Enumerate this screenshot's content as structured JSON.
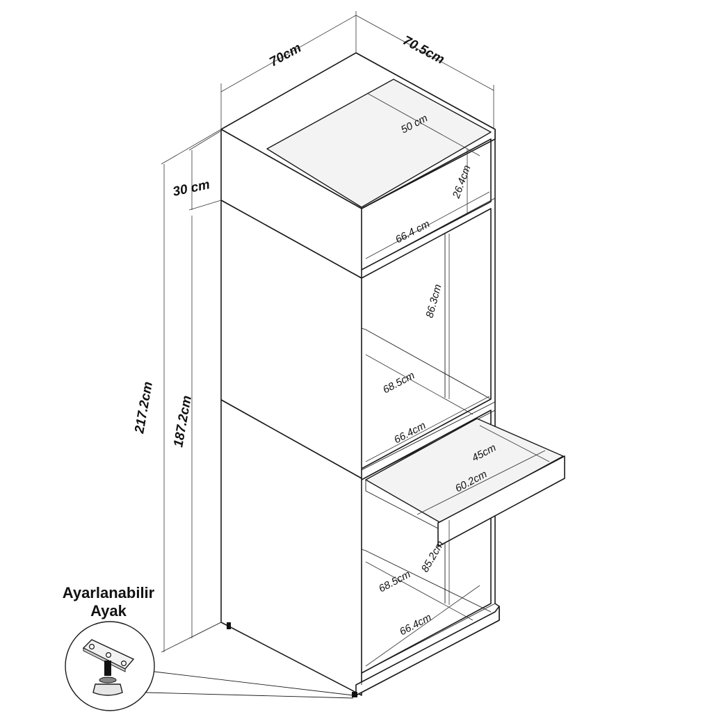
{
  "dimensions": {
    "width": "70cm",
    "depth": "70.5cm",
    "top_height": "30 cm",
    "total_height": "217.2cm",
    "body_height": "187.2cm",
    "top_inner_depth": "50 cm",
    "top_inner_height": "26.4cm",
    "top_inner_width": "66.4 cm",
    "mid_inner_height": "86.3cm",
    "mid_inner_depth": "68.5cm",
    "mid_inner_width": "66.4cm",
    "drawer_depth": "45cm",
    "drawer_width": "60.2cm",
    "bottom_inner_height": "85.2cm",
    "bottom_inner_depth": "68.5cm",
    "bottom_inner_width": "66.4cm"
  },
  "foot": {
    "title_line1": "Ayarlanabilir",
    "title_line2": "Ayak"
  }
}
